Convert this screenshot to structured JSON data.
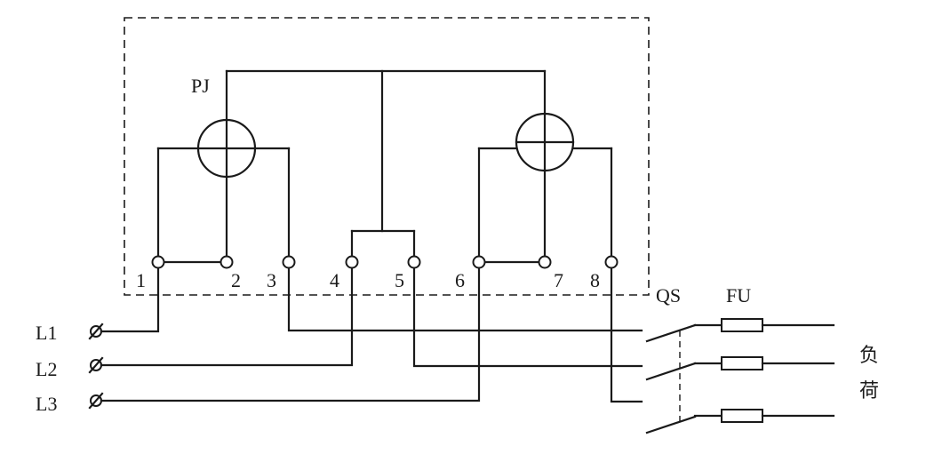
{
  "labels": {
    "meter": "PJ",
    "switch": "QS",
    "fuse": "FU",
    "load_line1": "负",
    "load_line2": "荷"
  },
  "terminals": [
    "1",
    "2",
    "3",
    "4",
    "5",
    "6",
    "7",
    "8"
  ],
  "lines": [
    "L1",
    "L2",
    "L3"
  ]
}
